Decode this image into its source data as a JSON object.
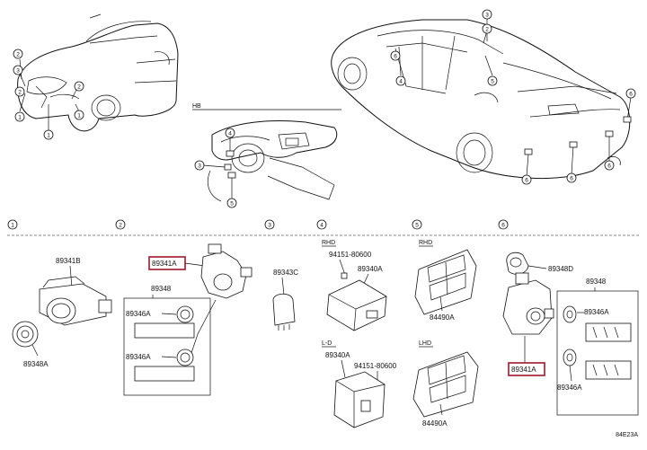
{
  "diagram": {
    "top_label": "HB",
    "figure_code": "84E23A",
    "callouts": [
      "1",
      "2",
      "3",
      "4",
      "5",
      "6"
    ],
    "sections": [
      {
        "id": "1",
        "labels": [
          "89341B",
          "89348A"
        ]
      },
      {
        "id": "2",
        "labels": [
          "89341A",
          "89348",
          "89346A",
          "89346A"
        ]
      },
      {
        "id": "3",
        "labels": [
          "89343C"
        ]
      },
      {
        "id": "4",
        "headers": [
          "RHD",
          "L-D"
        ],
        "labels": [
          "94151-80600",
          "89340A",
          "89340A",
          "94151-80600"
        ]
      },
      {
        "id": "5",
        "headers": [
          "RHD",
          "LHD"
        ],
        "labels": [
          "84490A",
          "84490A"
        ]
      },
      {
        "id": "6",
        "labels": [
          "89348D",
          "89348",
          "89346A",
          "89341A",
          "89346A"
        ]
      }
    ]
  },
  "colors": {
    "highlight": "#a0182c",
    "line": "#111111"
  }
}
